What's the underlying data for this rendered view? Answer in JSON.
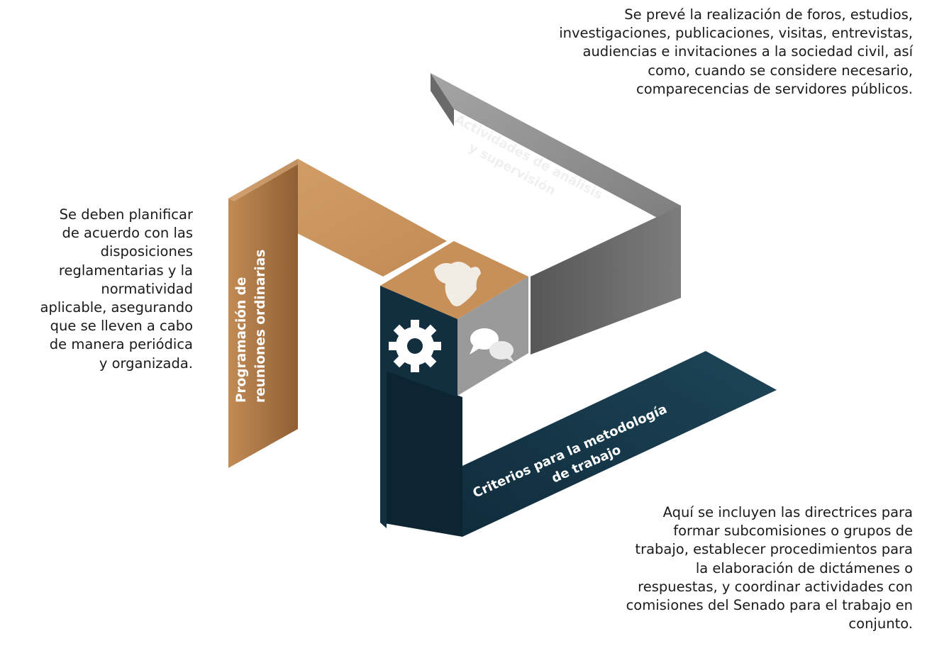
{
  "colors": {
    "copper": "#c28b55",
    "copper_light": "#d4a06a",
    "copper_dark": "#8f5f33",
    "navy": "#0f2c3c",
    "navy_light": "#1e4558",
    "grey": "#7d7d7d",
    "grey_light": "#a5a5a5",
    "grey_dark": "#565656",
    "text": "#1a1a1a",
    "label": "#ffffff"
  },
  "icons": {
    "top_face": "hands-icon",
    "left_face": "gear-icon",
    "right_face": "speech-bubbles-icon"
  },
  "arms": {
    "copper": {
      "label_line1": "Programación de",
      "label_line2": "reuniones ordinarias"
    },
    "grey": {
      "label_line1": "Actividades de análisis",
      "label_line2": "y supervisión"
    },
    "navy": {
      "label_line1": "Criterios para la metodología",
      "label_line2": "de trabajo"
    }
  },
  "descriptions": {
    "top": "Se prevé la realización de foros, estudios,\ninvestigaciones,  publicaciones, visitas, entrevistas,\naudiencias e invitaciones a la sociedad civil, así\ncomo, cuando se considere necesario,\ncomparecencias de servidores públicos.",
    "left": "Se deben planificar\nde acuerdo con las\ndisposiciones\nreglamentarias y la\nnormatividad\naplicable, asegurando\nque se lleven a cabo\nde manera periódica\ny organizada.",
    "bottom": "Aquí se incluyen las directrices para\nformar  subcomisiones  o grupos de\ntrabajo, establecer  procedimientos para\nla elaboración de dictámenes o\nrespuestas, y coordinar actividades con\ncomisiones del Senado para el trabajo en\nconjunto."
  }
}
